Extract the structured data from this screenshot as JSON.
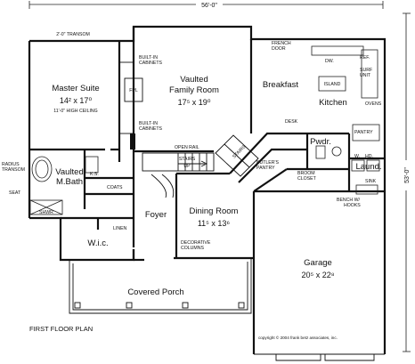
{
  "dimensions": {
    "top_width": "56'-0\"",
    "right_depth": "53'-0\""
  },
  "rooms": {
    "master_suite": {
      "name": "Master Suite",
      "size": "14² x 17⁰",
      "note": "11'-0\" HIGH CEILING"
    },
    "family_room": {
      "name_line1": "Vaulted",
      "name_line2": "Family Room",
      "size": "17⁵ x 19⁰"
    },
    "breakfast": {
      "name": "Breakfast"
    },
    "kitchen": {
      "name": "Kitchen"
    },
    "powder": {
      "name": "Pwdr."
    },
    "laundry": {
      "name": "Laund."
    },
    "master_bath": {
      "name_line1": "Vaulted",
      "name_line2": "M.Bath"
    },
    "foyer": {
      "name": "Foyer"
    },
    "dining_room": {
      "name": "Dining Room",
      "size": "11⁵ x 13⁶"
    },
    "wic": {
      "name": "W.i.c."
    },
    "garage": {
      "name": "Garage",
      "size": "20⁵ x 22⁸"
    },
    "covered_porch": {
      "name": "Covered Porch"
    }
  },
  "labels": {
    "transom_top": "2'-0\" TRANSOM",
    "builtin_top_1": "BUILT-IN",
    "builtin_top_2": "CABINETS",
    "builtin_bot_1": "BUILT-IN",
    "builtin_bot_2": "CABINETS",
    "fpl": "FPL",
    "french_door_1": "FRENCH",
    "french_door_2": "DOOR",
    "dw": "DW.",
    "ref": "REF.",
    "surf_1": "SURF",
    "surf_2": "UNIT",
    "island": "ISLAND",
    "ovens": "OVENS",
    "pantry": "PANTRY",
    "desk": "DESK",
    "w": "W.",
    "hd": "HD.",
    "open_rail": "OPEN RAIL",
    "stairs_up_1": "STAIRS",
    "stairs_up_2": "UP",
    "stairs_down": "STAIRS",
    "butlers_1": "BUTLER'S",
    "butlers_2": "PANTRY",
    "broom_1": "BROOM",
    "broom_2": "CLOSET",
    "sink": "SINK",
    "bench_1": "BENCH W/",
    "bench_2": "HOOKS",
    "radius_1": "RADIUS",
    "radius_2": "TRANSOM",
    "ks": "K.S.",
    "seat": "SEAT",
    "shwr": "SHWR",
    "coats": "COATS",
    "linen": "LINEN",
    "dec_1": "DECORATIVE",
    "dec_2": "COLUMNS",
    "floor_plan_title": "FIRST FLOOR PLAN",
    "copyright": "copyright © 2004 frank betz associates, inc."
  }
}
